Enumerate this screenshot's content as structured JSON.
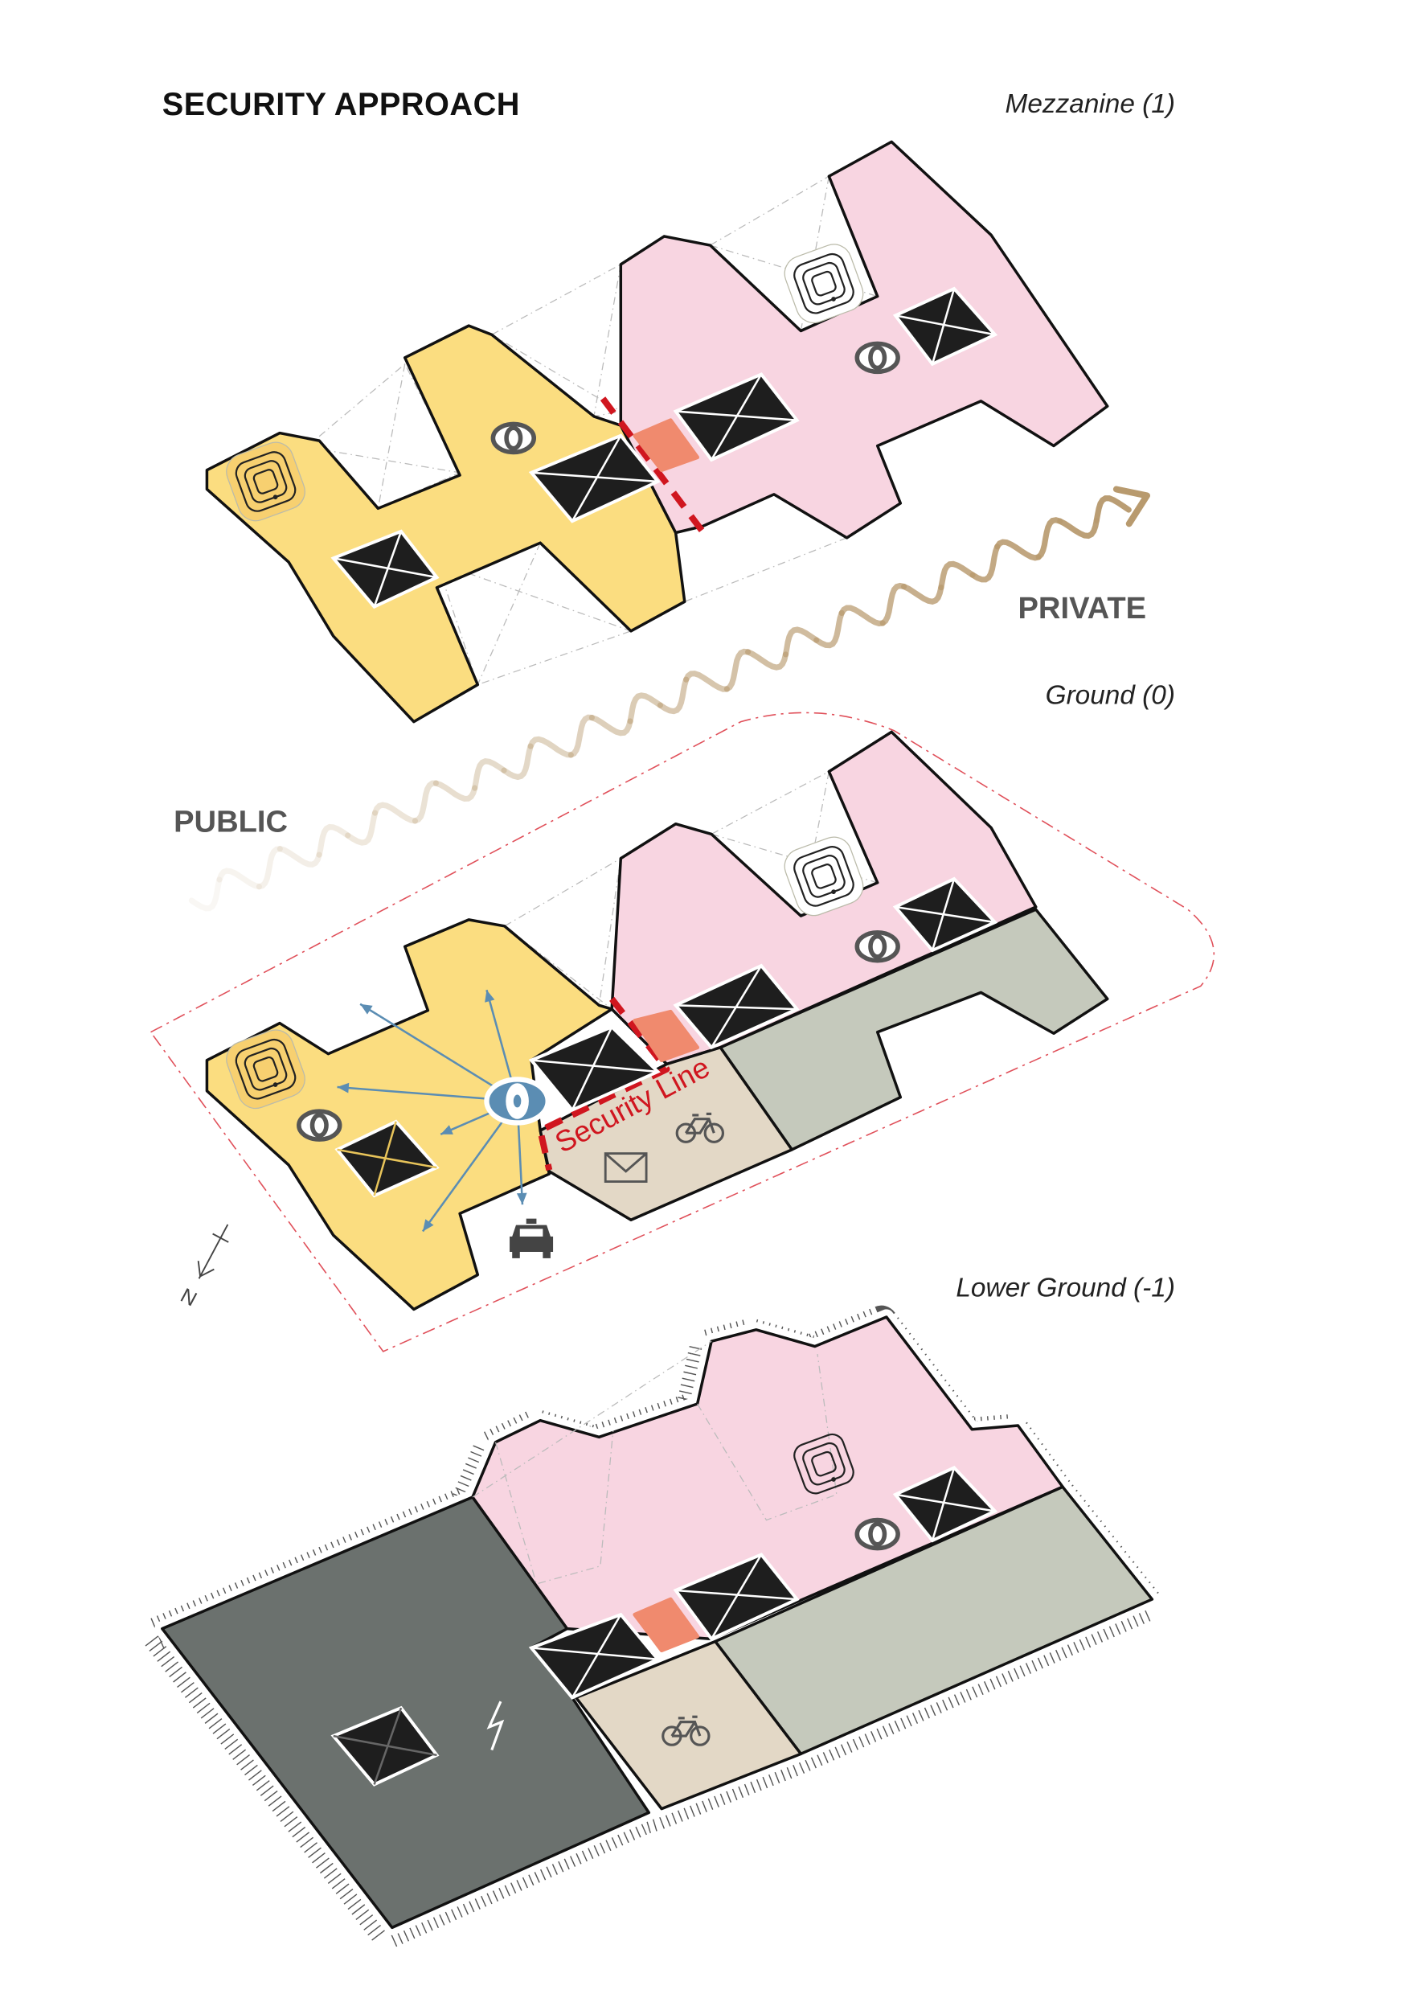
{
  "title": "SECURITY APPROACH",
  "floors": {
    "mezzanine": "Mezzanine (1)",
    "ground": "Ground (0)",
    "lower_ground": "Lower Ground (-1)"
  },
  "zones": {
    "private": "PRIVATE",
    "public": "PUBLIC"
  },
  "security_line": "Security Line",
  "north": "N",
  "colors": {
    "public_zone": "#fbdd80",
    "private_zone": "#f8d5e1",
    "service_zone": "#c5c9bc",
    "secure_entry": "#e3d8c6",
    "plant_zone": "#6b716e",
    "security_point": "#f08a6e",
    "security_line": "#d0161f",
    "surveillance": "#5b8db3",
    "gradient_arrow": "#b89a6e"
  },
  "icons": [
    "spiral-stair-icon",
    "core-icon",
    "eye-icon",
    "bicycle-icon",
    "mail-icon",
    "taxi-icon",
    "lightning-icon",
    "north-arrow-icon"
  ]
}
